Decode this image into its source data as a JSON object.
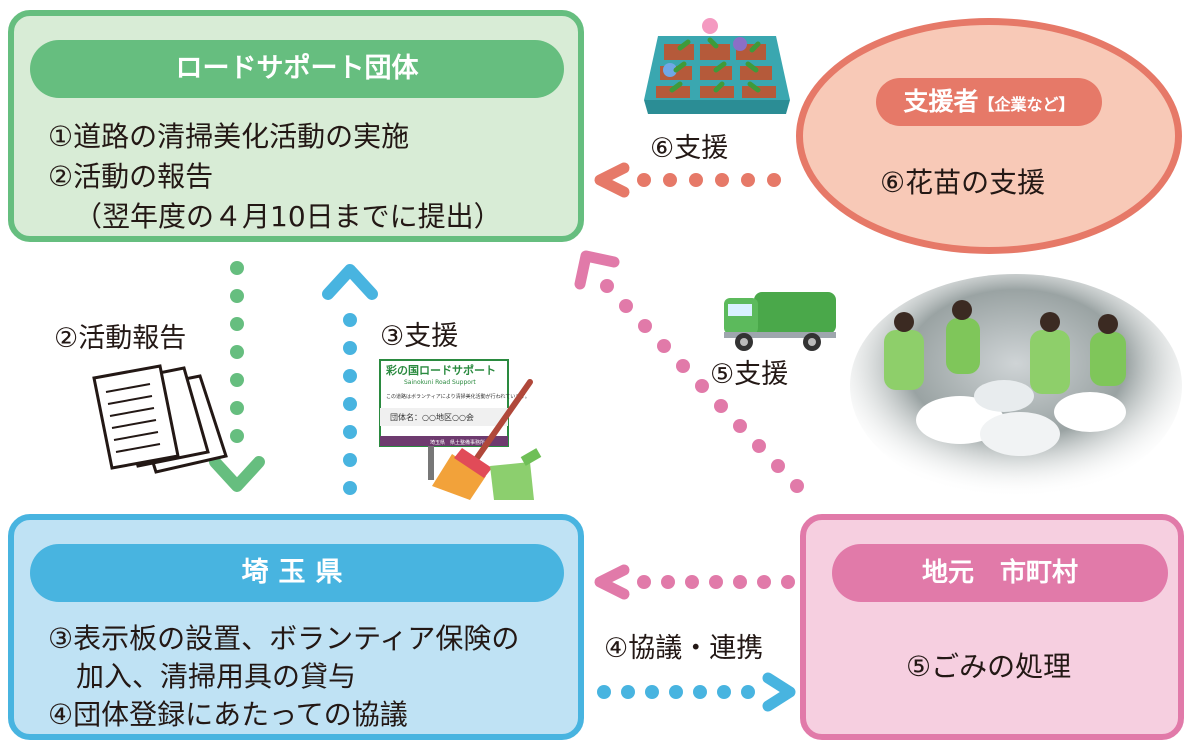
{
  "road_support": {
    "title": "ロードサポート団体",
    "line1": "①道路の清掃美化活動の実施",
    "line2": "②活動の報告",
    "line3": "（翌年度の４月10日までに提出）"
  },
  "supporter": {
    "title": "支援者",
    "title_suffix": "【企業など】",
    "text": "⑥花苗の支援"
  },
  "prefecture": {
    "title": "埼玉県",
    "line1": "③表示板の設置、ボランティア保険の",
    "line2": "加入、清掃用具の貸与",
    "line3": "④団体登録にあたっての協議"
  },
  "city": {
    "title": "地元　市町村",
    "text": "⑤ごみの処理"
  },
  "arrow_labels": {
    "support_6": "⑥支援",
    "report_2": "②活動報告",
    "support_3": "③支援",
    "support_5": "⑤支援",
    "consult_4": "④協議・連携"
  },
  "signboard": {
    "title": "彩の国ロードサポート",
    "subtitle": "Sainokuni Road Support",
    "note": "この道路はボランティアにより清掃美化活動が行われています。",
    "group": "団体名：○○地区○○会",
    "footer": "埼玉県　県土整備事務所"
  },
  "colors": {
    "green": "#66be7f",
    "blue": "#48b4e0",
    "pink": "#e17aa9",
    "salmon": "#e67968"
  }
}
